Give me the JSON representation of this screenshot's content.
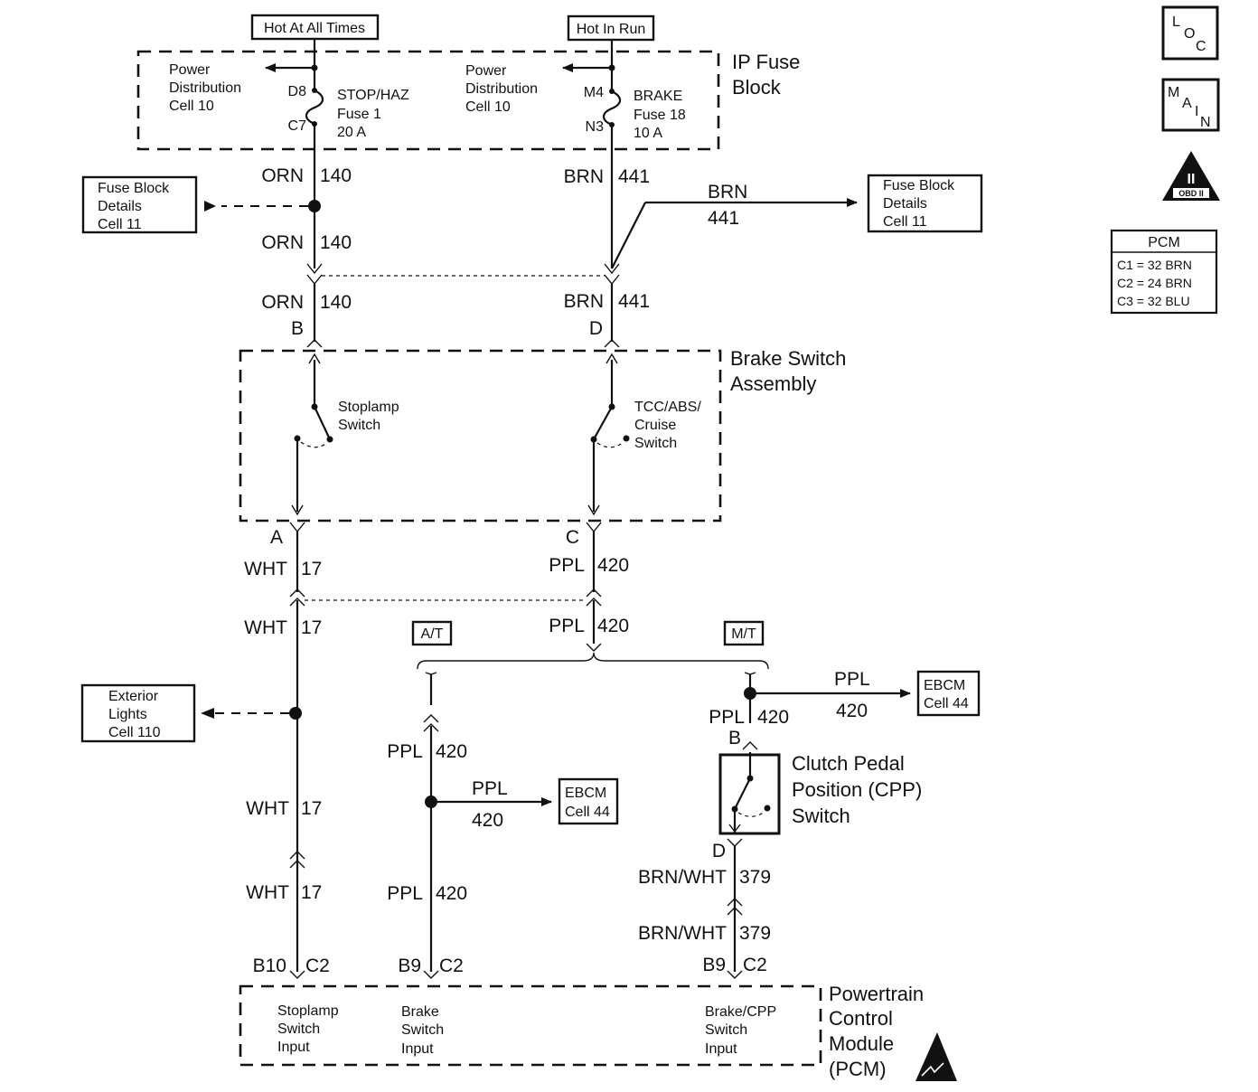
{
  "fuse_block": {
    "name": [
      "IP Fuse",
      "Block"
    ],
    "hot_at_all_times": "Hot At All Times",
    "hot_in_run": "Hot In Run",
    "left_power_dist": [
      "Power",
      "Distribution",
      "Cell 10"
    ],
    "right_power_dist": [
      "Power",
      "Distribution",
      "Cell 10"
    ],
    "fuse1": {
      "pin_top": "D8",
      "pin_bot": "C7",
      "label": [
        "STOP/HAZ",
        "Fuse 1",
        "20 A"
      ]
    },
    "fuse18": {
      "pin_top": "M4",
      "pin_bot": "N3",
      "label": [
        "BRAKE",
        "Fuse 18",
        "10 A"
      ]
    }
  },
  "fuse_block_details_left": [
    "Fuse Block",
    "Details",
    "Cell 11"
  ],
  "fuse_block_details_right": [
    "Fuse Block",
    "Details",
    "Cell 11"
  ],
  "wires": {
    "orn": "ORN",
    "num140": "140",
    "brn": "BRN",
    "num441": "441",
    "wht": "WHT",
    "num17": "17",
    "ppl": "PPL",
    "num420": "420",
    "brnwht": "BRN/WHT",
    "num379": "379"
  },
  "brake_switch": {
    "name": [
      "Brake Switch",
      "Assembly"
    ],
    "stoplamp": [
      "Stoplamp",
      "Switch"
    ],
    "tcc": [
      "TCC/ABS/",
      "Cruise",
      "Switch"
    ],
    "pin_b": "B",
    "pin_d": "D",
    "pin_a": "A",
    "pin_c": "C"
  },
  "options": {
    "at": "A/T",
    "mt": "M/T"
  },
  "exterior_lights": [
    "Exterior",
    "Lights",
    "Cell 110"
  ],
  "ebcm": [
    "EBCM",
    "Cell 44"
  ],
  "cpp": {
    "name": [
      "Clutch Pedal",
      "Position (CPP)",
      "Switch"
    ],
    "pin_b": "B",
    "pin_d": "D"
  },
  "pcm": {
    "name": [
      "Powertrain",
      "Control",
      "Module",
      "(PCM)"
    ],
    "b10": "B10",
    "b9": "B9",
    "c2": "C2",
    "input1": [
      "Stoplamp",
      "Switch",
      "Input"
    ],
    "input2": [
      "Brake",
      "Switch",
      "Input"
    ],
    "input3": [
      "Brake/CPP",
      "Switch",
      "Input"
    ]
  },
  "side_icons": {
    "loc": [
      "L",
      "O",
      "C"
    ],
    "main": [
      "M",
      "A",
      "I",
      "N"
    ],
    "obd_roman": "II",
    "obd": "OBD II"
  },
  "pcm_table": {
    "title": "PCM",
    "rows": [
      "C1 = 32 BRN",
      "C2 = 24 BRN",
      "C3 = 32 BLU"
    ]
  }
}
